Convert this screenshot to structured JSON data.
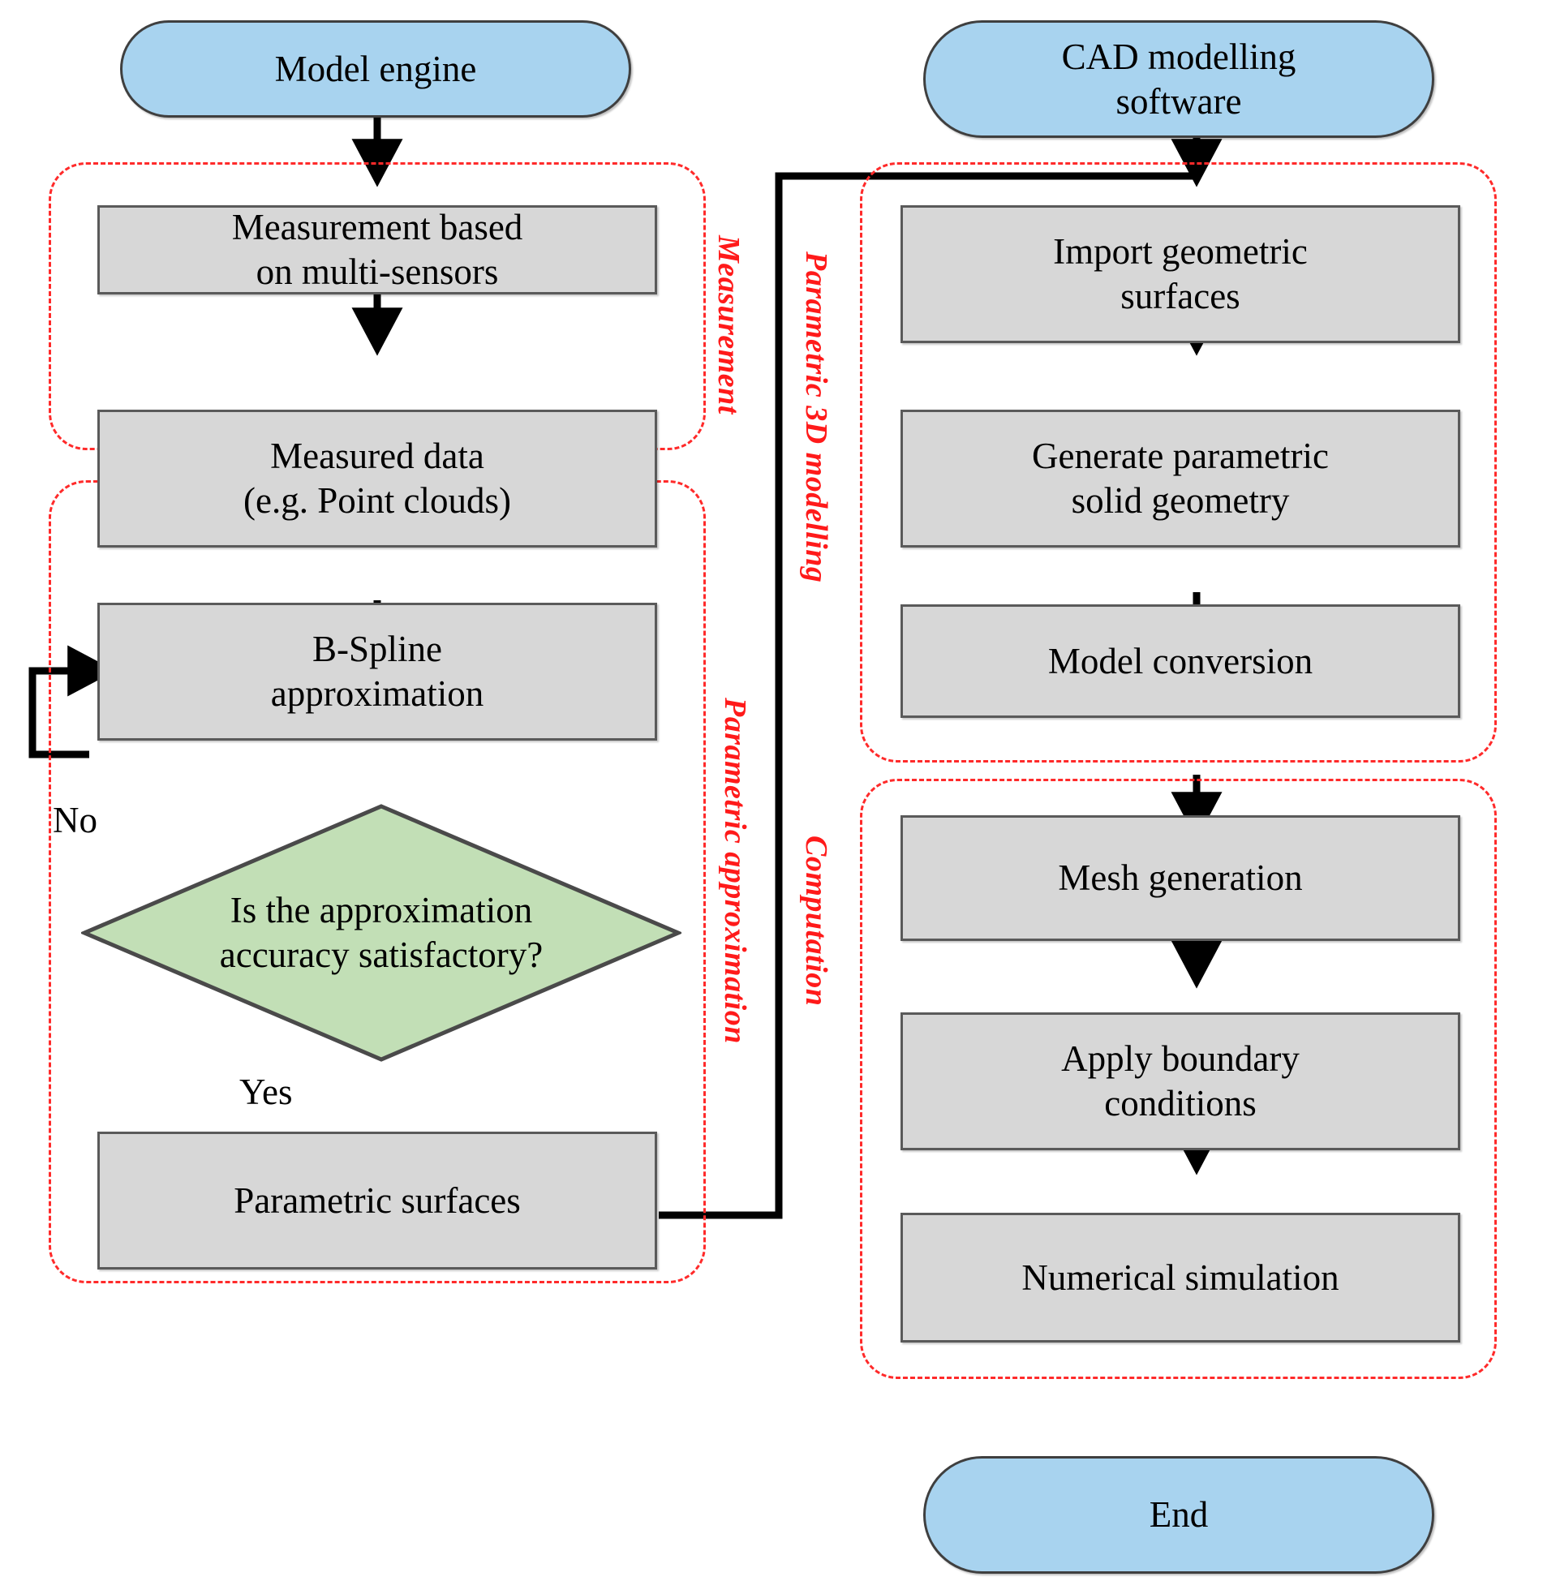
{
  "diagram": {
    "title": "Parametric modelling and simulation workflow flowchart",
    "colors": {
      "terminator_fill": "#a8d3ef",
      "process_fill": "#d7d7d7",
      "decision_fill": "#c2dfb6",
      "group_border": "#ff2a2a",
      "group_label": "#ff1a1a",
      "connector": "#000000",
      "shape_stroke": "#5a5a5a"
    }
  },
  "nodes": {
    "model_engine": {
      "label": "Model engine",
      "shape": "terminator"
    },
    "cad_software": {
      "label": "CAD modelling\nsoftware",
      "shape": "terminator"
    },
    "measurement_multi_sensors": {
      "label": "Measurement based\non multi-sensors",
      "shape": "process"
    },
    "measured_data": {
      "label": "Measured data\n(e.g. Point clouds)",
      "shape": "process"
    },
    "bspline_approximation": {
      "label": "B-Spline\napproximation",
      "shape": "process"
    },
    "approximation_decision": {
      "label": "Is the approximation\naccuracy satisfactory?",
      "shape": "decision"
    },
    "parametric_surfaces": {
      "label": "Parametric surfaces",
      "shape": "process"
    },
    "import_geometric_surfaces": {
      "label": "Import geometric\nsurfaces",
      "shape": "process"
    },
    "generate_parametric_solid": {
      "label": "Generate parametric\nsolid geometry",
      "shape": "process"
    },
    "model_conversion": {
      "label": "Model conversion",
      "shape": "process"
    },
    "mesh_generation": {
      "label": "Mesh generation",
      "shape": "process"
    },
    "apply_boundary_conditions": {
      "label": "Apply boundary\nconditions",
      "shape": "process"
    },
    "numerical_simulation": {
      "label": "Numerical simulation",
      "shape": "process"
    },
    "end": {
      "label": "End",
      "shape": "terminator"
    }
  },
  "edge_labels": {
    "no": "No",
    "yes": "Yes"
  },
  "groups": {
    "measurement": {
      "label": "Measurement"
    },
    "parametric_approximation": {
      "label": "Parametric approximation"
    },
    "parametric_3d_modelling": {
      "label": "Parametric 3D modelling"
    },
    "computation": {
      "label": "Computation"
    }
  },
  "chart_data": {
    "type": "diagram",
    "diagram_type": "flowchart",
    "title": "Parametric modelling and simulation workflow",
    "lanes": [
      {
        "name": "Measurement",
        "nodes": [
          "Measurement based on multi-sensors",
          "Measured data (e.g. Point clouds)"
        ]
      },
      {
        "name": "Parametric approximation",
        "nodes": [
          "B-Spline approximation",
          "Is the approximation accuracy satisfactory?",
          "Parametric surfaces"
        ]
      },
      {
        "name": "Parametric 3D modelling",
        "nodes": [
          "Import geometric surfaces",
          "Generate parametric solid geometry",
          "Model conversion"
        ]
      },
      {
        "name": "Computation",
        "nodes": [
          "Mesh generation",
          "Apply boundary conditions",
          "Numerical simulation"
        ]
      }
    ],
    "terminators": [
      "Model engine",
      "CAD modelling software",
      "End"
    ],
    "edges": [
      {
        "from": "Model engine",
        "to": "Measurement based on multi-sensors",
        "label": ""
      },
      {
        "from": "Measurement based on multi-sensors",
        "to": "Measured data (e.g. Point clouds)",
        "label": ""
      },
      {
        "from": "Measured data (e.g. Point clouds)",
        "to": "B-Spline approximation",
        "label": ""
      },
      {
        "from": "B-Spline approximation",
        "to": "Is the approximation accuracy satisfactory?",
        "label": ""
      },
      {
        "from": "Is the approximation accuracy satisfactory?",
        "to": "B-Spline approximation",
        "label": "No"
      },
      {
        "from": "Is the approximation accuracy satisfactory?",
        "to": "Parametric surfaces",
        "label": "Yes"
      },
      {
        "from": "Parametric surfaces",
        "to": "Import geometric surfaces",
        "label": ""
      },
      {
        "from": "CAD modelling software",
        "to": "Import geometric surfaces",
        "label": ""
      },
      {
        "from": "Import geometric surfaces",
        "to": "Generate parametric solid geometry",
        "label": ""
      },
      {
        "from": "Generate parametric solid geometry",
        "to": "Model conversion",
        "label": ""
      },
      {
        "from": "Model conversion",
        "to": "Mesh generation",
        "label": ""
      },
      {
        "from": "Mesh generation",
        "to": "Apply boundary conditions",
        "label": ""
      },
      {
        "from": "Apply boundary conditions",
        "to": "Numerical simulation",
        "label": ""
      },
      {
        "from": "Numerical simulation",
        "to": "End",
        "label": ""
      }
    ]
  }
}
